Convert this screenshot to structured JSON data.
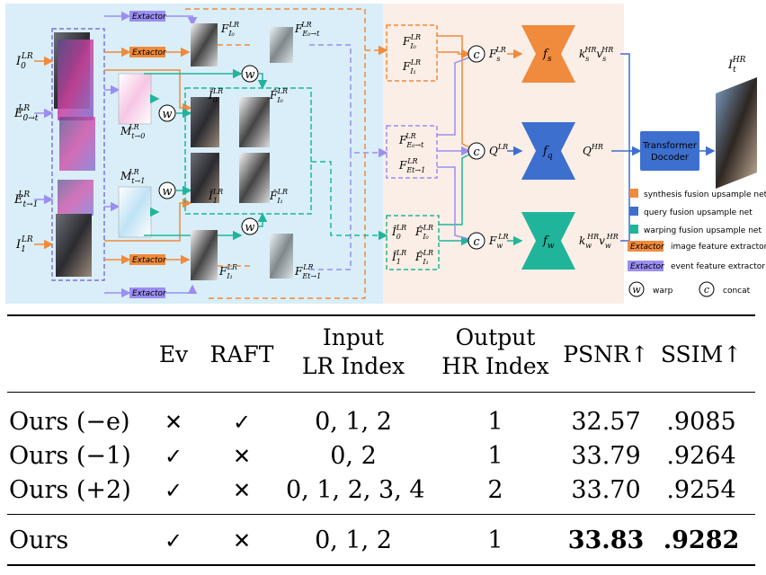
{
  "diagram": {
    "inputs": {
      "i0": {
        "base": "I",
        "sub": "0",
        "sup": "LR"
      },
      "e0t": {
        "base": "E",
        "sub": "0→t",
        "sup": "LR"
      },
      "et1": {
        "base": "E",
        "sub": "t→1",
        "sup": "LR"
      },
      "i1": {
        "base": "I",
        "sub": "1",
        "sup": "LR"
      }
    },
    "extractor_label": "Extactor",
    "flows": {
      "m_t0": {
        "base": "M",
        "sub": "t→0",
        "sup": "LR"
      },
      "m_t1": {
        "base": "M",
        "sub": "t→1",
        "sup": "LR"
      }
    },
    "warp_symbol": "w",
    "concat_symbol": "c",
    "features": {
      "fi0": {
        "base": "F",
        "sub": "I₀",
        "sup": "LR"
      },
      "fe0t": {
        "base": "F",
        "sub": "E₀→t",
        "sup": "LR"
      },
      "fi1": {
        "base": "F",
        "sub": "I₁",
        "sup": "LR"
      },
      "fet1": {
        "base": "F",
        "sub": "Et→1",
        "sup": "LR"
      },
      "hat_i0": {
        "base": "Î",
        "sub": "0",
        "sup": "LR"
      },
      "hat_fi0": {
        "base": "F̂",
        "sub": "I₀",
        "sup": "LR"
      },
      "hat_i1": {
        "base": "Î",
        "sub": "1",
        "sup": "LR"
      },
      "hat_fi1": {
        "base": "F̂",
        "sub": "I₁",
        "sup": "LR"
      }
    },
    "fusion": {
      "fs": {
        "base": "F",
        "sub": "s",
        "sup": "LR"
      },
      "q": {
        "base": "Q",
        "sub": "",
        "sup": "LR"
      },
      "fw": {
        "base": "F",
        "sub": "w",
        "sup": "LR"
      }
    },
    "nets": {
      "s": "f",
      "s_sub": "s",
      "q": "f",
      "q_sub": "q",
      "w": "f",
      "w_sub": "w"
    },
    "net_outputs": {
      "s": {
        "k_sup": "HR",
        "k_sub": "s",
        "v_sup": "HR",
        "v_sub": "s"
      },
      "q": {
        "base": "Q",
        "sup": "HR"
      },
      "w": {
        "k_sup": "HR",
        "k_sub": "w",
        "v_sup": "HR",
        "v_sub": "w"
      }
    },
    "transformer_label_1": "Transformer",
    "transformer_label_2": "Docoder",
    "output": {
      "base": "I",
      "sub": "t",
      "sup": "HR"
    },
    "legend": [
      {
        "color": "#f08a3c",
        "label": "synthesis fusion upsample net"
      },
      {
        "color": "#3d6fcf",
        "label": "query fusion upsample net"
      },
      {
        "color": "#20b59a",
        "label": "warping fusion upsample net"
      }
    ],
    "legend_extractors": [
      {
        "tag": "Extactor",
        "color": "#f08a3c",
        "label": "image feature extractor"
      },
      {
        "tag": "Extactor",
        "color": "#9a8ef2",
        "label": "event feature extractor"
      }
    ],
    "legend_ops": [
      {
        "symbol": "w",
        "label": "warp"
      },
      {
        "symbol": "c",
        "label": "concat"
      }
    ],
    "colors": {
      "panel_left": "#d9eef8",
      "panel_right": "#fbeee6",
      "orange": "#f08a3c",
      "purple": "#9a8ef2",
      "teal": "#20b59a",
      "blue": "#3d6fcf"
    }
  },
  "table": {
    "headers": [
      "",
      "Ev",
      "RAFT",
      "Input\nLR Index",
      "Output\nHR Index",
      "PSNR↑",
      "SSIM↑"
    ],
    "rows": [
      {
        "method": "Ours (−e)",
        "ev": "✕",
        "raft": "✓",
        "input": "0, 1, 2",
        "output": "1",
        "psnr": "32.57",
        "ssim": ".9085",
        "bold": false
      },
      {
        "method": "Ours (−1)",
        "ev": "✓",
        "raft": "✕",
        "input": "0, 2",
        "output": "1",
        "psnr": "33.79",
        "ssim": ".9264",
        "bold": false
      },
      {
        "method": "Ours (+2)",
        "ev": "✓",
        "raft": "✕",
        "input": "0, 1, 2, 3, 4",
        "output": "2",
        "psnr": "33.70",
        "ssim": ".9254",
        "bold": false
      },
      {
        "method": "Ours",
        "ev": "✓",
        "raft": "✕",
        "input": "0, 1, 2",
        "output": "1",
        "psnr": "33.83",
        "ssim": ".9282",
        "bold": true
      }
    ]
  }
}
